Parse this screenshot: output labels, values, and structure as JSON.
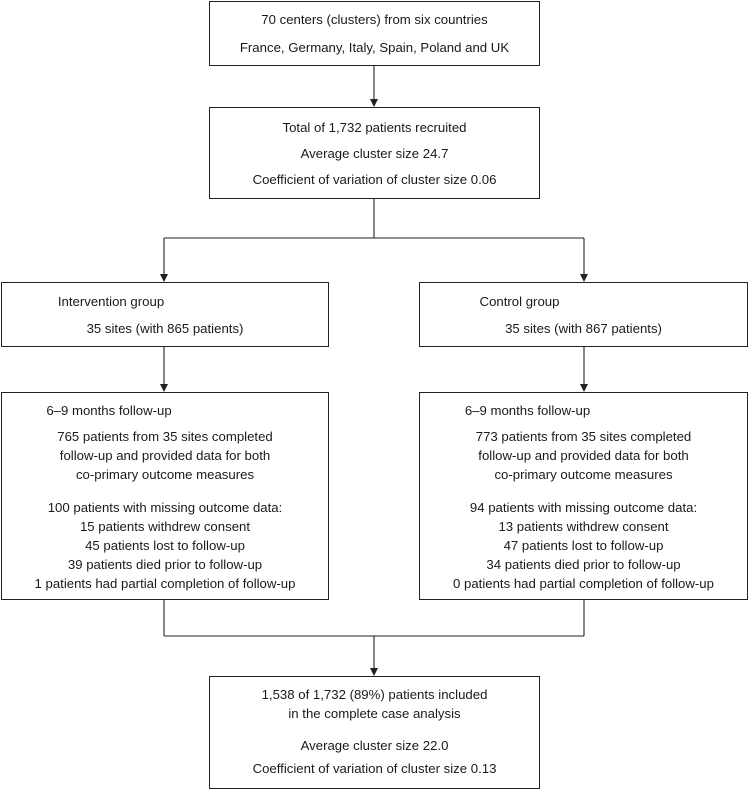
{
  "top": {
    "line1": "70 centers (clusters) from six countries",
    "line2": "France, Germany, Italy, Spain, Poland and UK"
  },
  "recruit": {
    "line1": "Total of 1,732 patients recruited",
    "line2": "Average cluster size 24.7",
    "line3": "Coefficient of variation of cluster size 0.06"
  },
  "intervention": {
    "title": "Intervention group",
    "sites": "35 sites (with 865 patients)",
    "followup_title": "6–9 months follow-up",
    "completed": [
      "765 patients from 35 sites completed",
      "follow-up and provided data for both",
      "co-primary outcome measures"
    ],
    "missing_title": "100 patients with missing outcome data:",
    "missing": [
      "15 patients withdrew consent",
      "45 patients lost to follow-up",
      "39 patients died prior to follow-up",
      "1 patients had partial completion of follow-up"
    ]
  },
  "control": {
    "title": "Control group",
    "sites": "35 sites (with 867 patients)",
    "followup_title": "6–9 months follow-up",
    "completed": [
      "773 patients from 35 sites completed",
      "follow-up and provided data for both",
      "co-primary outcome measures"
    ],
    "missing_title": "94 patients with missing outcome data:",
    "missing": [
      "13 patients withdrew consent",
      "47 patients lost to follow-up",
      "34 patients died prior to follow-up",
      "0 patients had partial completion of follow-up"
    ]
  },
  "final": {
    "line1": "1,538 of 1,732 (89%) patients included",
    "line2": "in the complete case analysis",
    "line3": "Average cluster size 22.0",
    "line4": "Coefficient of variation of cluster size 0.13"
  }
}
